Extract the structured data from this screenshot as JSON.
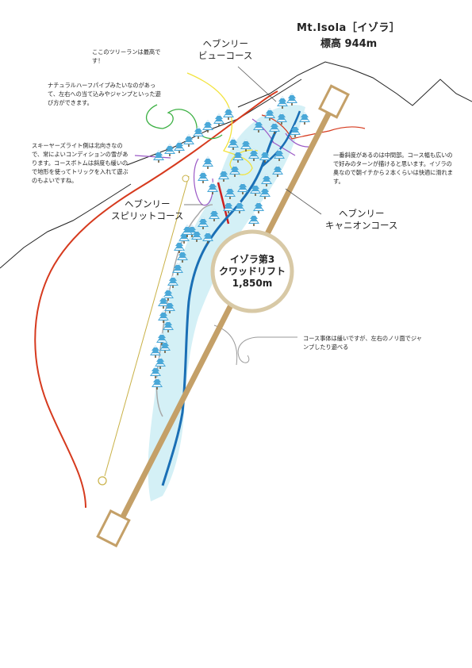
{
  "mountain": {
    "name": "Mt.Isola［イゾラ］",
    "elevation": "標高 944m"
  },
  "courses": {
    "view": "ヘブンリー\nビューコース",
    "spirit": "ヘブンリー\nスピリットコース",
    "canyon": "ヘブンリー\nキャニオンコース"
  },
  "lift": {
    "name": "イゾラ第3\nクワッドリフト",
    "length": "1,850m"
  },
  "notes": {
    "tree_run": "ここのツリーランは最高です！",
    "half_pipe": "ナチュラルハーフパイプみたいなのがあって、左右への当て込みやジャンプといった遊び方ができます。",
    "skiers_right": "スキーヤーズライト側は北向きなので、常によいコンディションの雪があります。コースボトムは斜度も緩いので地形を使ってトリックを入れて遊ぶのもよいですね。",
    "steepest": "一番斜度があるのは中間部。コース幅も広いので好みのターンが描けると思います。イゾラの奥なので朝イチから２本くらいは快適に滑れます。",
    "gentle": "コース事体は緩いですが、左右のノリ面でジャンプしたり遊べる"
  },
  "colors": {
    "slope": "#d4f0f6",
    "course_blue": "#1a6fb5",
    "lift_line": "#c4a068",
    "boundary_red": "#d63a1e",
    "tree": "#4aa8d8",
    "tree_snow": "#ffffff",
    "spirit_gray": "#a8a8a8",
    "view_line_red": "#cc1f1f",
    "accent_yellow": "#f2e33c",
    "accent_green": "#3cb043",
    "accent_purple": "#9b59c6",
    "accent_olive": "#c9b146"
  }
}
